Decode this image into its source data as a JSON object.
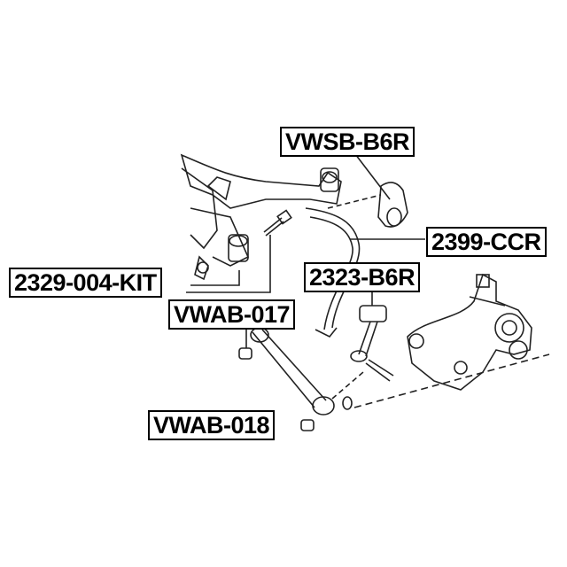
{
  "labels": {
    "vwsb": "VWSB-B6R",
    "ccr": "2399-CCR",
    "b6r": "2323-B6R",
    "kit": "2329-004-KIT",
    "ab017": "VWAB-017",
    "ab018": "VWAB-018"
  },
  "colors": {
    "line": "#000000",
    "background": "#ffffff"
  }
}
